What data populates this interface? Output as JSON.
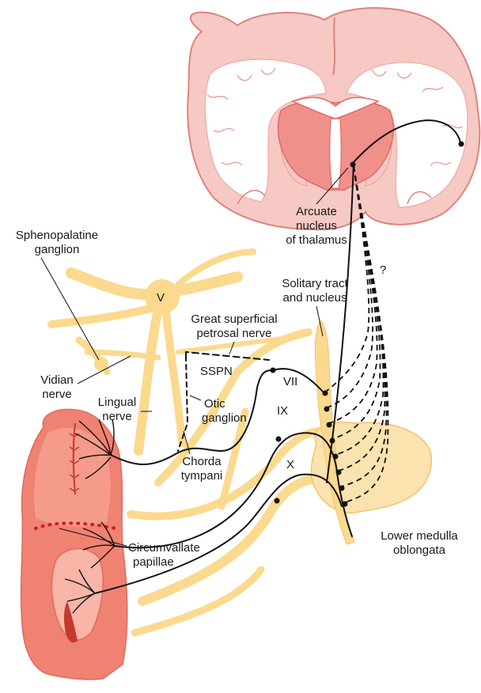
{
  "labels": {
    "arcuate": [
      "Arcuate",
      "nucleus",
      "of thalamus"
    ],
    "question": "?",
    "sphenopalatine": [
      "Sphenopalatine",
      "ganglion"
    ],
    "v": "V",
    "solitary": [
      "Solitary tract",
      "and nucleus"
    ],
    "great_petrosal": [
      "Great superficial",
      "petrosal nerve"
    ],
    "sspn": "SSPN",
    "vii": "VII",
    "vidian": [
      "Vidian",
      "nerve"
    ],
    "lingual": [
      "Lingual",
      "nerve"
    ],
    "otic": [
      "Otic",
      "ganglion"
    ],
    "ix": "IX",
    "chorda": [
      "Chorda",
      "tympani"
    ],
    "x": "X",
    "medulla": [
      "Lower medulla",
      "oblongata"
    ],
    "circumvallate": [
      "Circumvallate",
      "papillae"
    ]
  },
  "colors": {
    "brain_fill": "#f6c9c4",
    "brain_outline": "#e0837a",
    "white_matter": "#ffffff",
    "thalamus": "#f0908a",
    "nerve": "#fbd98e",
    "nerve_dark": "#f2c468",
    "medulla": "#fbe3b0",
    "tongue": "#f08272",
    "tongue_dark": "#d94c3e",
    "fiber": "#111111",
    "papilla_dot": "#c91f1f"
  }
}
